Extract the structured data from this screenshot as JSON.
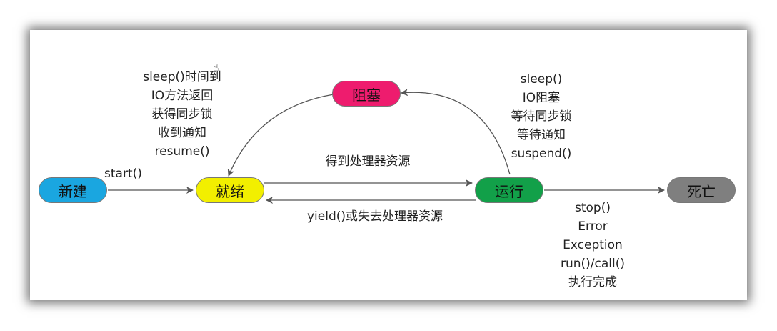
{
  "states": {
    "new": {
      "label": "新建",
      "color": "#1aa6e0"
    },
    "ready": {
      "label": "就绪",
      "color": "#f2ef00"
    },
    "blocked": {
      "label": "阻塞",
      "color": "#ee1c6e"
    },
    "running": {
      "label": "运行",
      "color": "#12a049"
    },
    "dead": {
      "label": "死亡",
      "color": "#7f7f7f"
    }
  },
  "transitions": {
    "start": "start()",
    "to_running": "得到处理器资源",
    "to_ready": "yield()或失去处理器资源",
    "to_blocked": [
      "sleep()",
      "IO阻塞",
      "等待同步锁",
      "等待通知",
      "suspend()"
    ],
    "unblock": [
      "sleep()时间到",
      "IO方法返回",
      "获得同步锁",
      "收到通知",
      "resume()"
    ],
    "to_dead": [
      "stop()",
      "Error",
      "Exception",
      "run()/call()",
      "执行完成"
    ]
  }
}
